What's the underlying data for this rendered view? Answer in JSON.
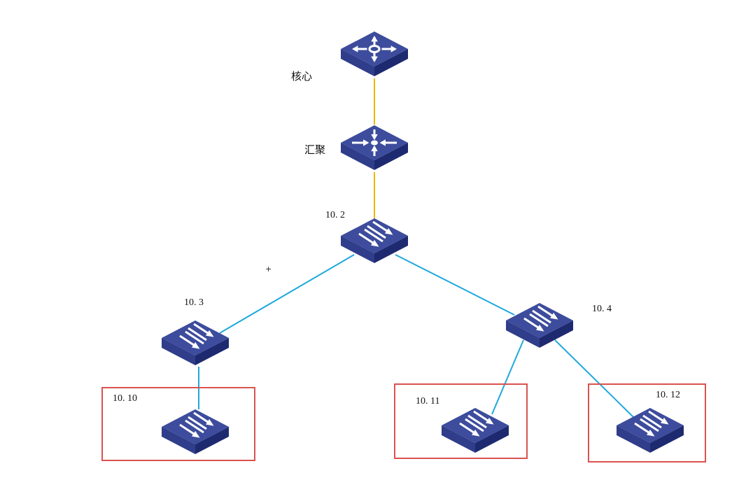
{
  "diagram": {
    "type": "network-topology",
    "colors": {
      "device_top": "#3d4c9c",
      "device_left": "#2f3d8a",
      "device_right": "#1e2a70",
      "glyph": "#ffffff",
      "uplink": "#f0b400",
      "link": "#1fa8dc",
      "highlight_box": "#d9534f"
    },
    "nodes": [
      {
        "id": "core",
        "label": "核心",
        "icon": "core-router-icon"
      },
      {
        "id": "agg",
        "label": "汇聚",
        "icon": "aggregation-switch-icon"
      },
      {
        "id": "sw102",
        "label": "10. 2",
        "icon": "access-switch-icon"
      },
      {
        "id": "sw103",
        "label": "10. 3",
        "icon": "access-switch-icon"
      },
      {
        "id": "sw104",
        "label": "10. 4",
        "icon": "access-switch-icon"
      },
      {
        "id": "sw1010",
        "label": "10. 10",
        "icon": "access-switch-icon",
        "highlighted": true
      },
      {
        "id": "sw1011",
        "label": "10. 11",
        "icon": "access-switch-icon",
        "highlighted": true
      },
      {
        "id": "sw1012",
        "label": "10. 12",
        "icon": "access-switch-icon",
        "highlighted": true
      }
    ],
    "edges": [
      {
        "from": "core",
        "to": "agg",
        "style": "uplink"
      },
      {
        "from": "agg",
        "to": "sw102",
        "style": "uplink"
      },
      {
        "from": "sw102",
        "to": "sw103",
        "style": "link"
      },
      {
        "from": "sw102",
        "to": "sw104",
        "style": "link"
      },
      {
        "from": "sw103",
        "to": "sw1010",
        "style": "link"
      },
      {
        "from": "sw104",
        "to": "sw1011",
        "style": "link"
      },
      {
        "from": "sw104",
        "to": "sw1012",
        "style": "link"
      }
    ],
    "cursor": "+"
  }
}
